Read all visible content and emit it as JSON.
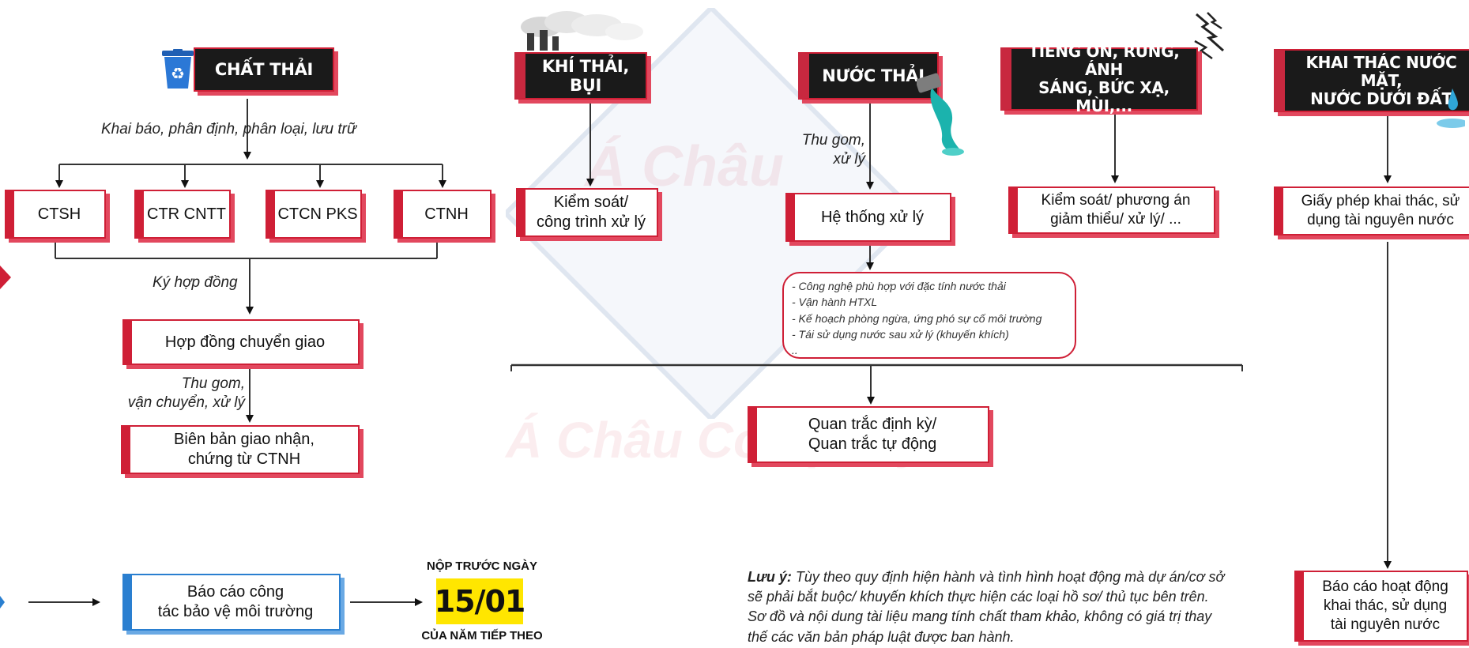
{
  "colors": {
    "accent_red": "#cf1f36",
    "header_bg": "#1a1a1a",
    "accent_blue": "#2a7fd0",
    "highlight_yellow": "#ffe600"
  },
  "watermark": {
    "line1": "Á Châu",
    "line2": "Á Châu Company"
  },
  "columns": {
    "chat_thai": {
      "header": "CHẤT THẢI",
      "icon": "recycle-bin-icon",
      "label_declare": "Khai báo, phân định, phân loại, lưu trữ",
      "categories": [
        "CTSH",
        "CTR CNTT",
        "CTCN PKS",
        "CTNH"
      ],
      "label_contract": "Ký hợp đồng",
      "box_contract": "Hợp đồng chuyển giao",
      "label_collect": "Thu gom,\nvận chuyển, xử lý",
      "box_record": "Biên bản giao nhận,\nchứng từ CTNH"
    },
    "khi_thai": {
      "header": "KHÍ THẢI, BỤI",
      "icon": "factory-smoke-icon",
      "box": "Kiểm soát/\ncông trình xử lý"
    },
    "nuoc_thai": {
      "header": "NƯỚC THẢI",
      "icon": "pipe-water-icon",
      "label": "Thu gom,\nxử lý",
      "box": "Hệ thống xử lý",
      "notes": [
        "- Công nghệ phù hợp với đặc tính nước thải",
        "- Vận hành HTXL",
        "- Kế hoạch phòng ngừa, ứng phó sự cố môi trường",
        "- Tái sử dụng nước sau xử lý (khuyến khích)",
        ".."
      ]
    },
    "tieng_on": {
      "header": "TIẾNG ỒN, RUNG, ÁNH\nSÁNG, BỨC XẠ, MÙI,...",
      "icon": "lightning-noise-icon",
      "box": "Kiểm soát/ phương án\ngiảm thiểu/ xử lý/ ..."
    },
    "khai_thac": {
      "header": "KHAI THÁC NƯỚC MẶT,\nNƯỚC DƯỚI ĐẤT",
      "icon": "water-drop-icon",
      "box": "Giấy phép khai thác, sử\ndụng tài nguyên nước",
      "box_report": "Báo cáo hoạt động\nkhai thác, sử dụng\ntài nguyên nước"
    }
  },
  "monitoring": {
    "box": "Quan trắc định kỳ/\nQuan trắc tự động"
  },
  "report": {
    "box": "Báo cáo công\ntác bảo vệ môi trường",
    "submit_before": "NỘP TRƯỚC NGÀY",
    "deadline": "15/01",
    "next_year": "CỦA NĂM TIẾP THEO"
  },
  "note": {
    "label": "Lưu ý:",
    "text": " Tùy theo quy định hiện hành và tình hình hoạt động mà dự án/cơ sở sẽ phải bắt buộc/ khuyến khích thực hiện các loại hồ sơ/ thủ tục bên trên. Sơ đồ và nội dung tài liệu mang tính chất tham khảo, không có giá trị thay thế các văn bản pháp luật được ban hành."
  }
}
